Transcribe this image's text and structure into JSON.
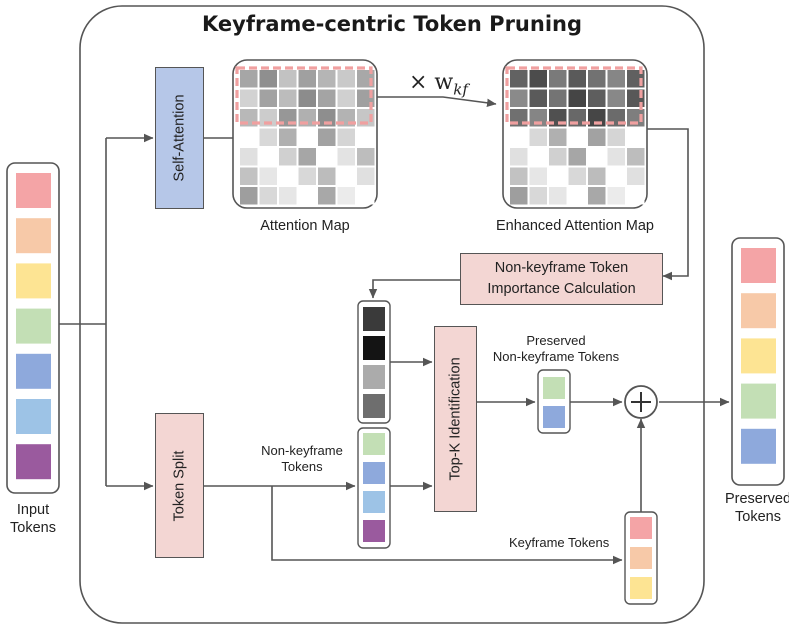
{
  "title": "Keyframe-centric Token Pruning",
  "labels": {
    "attention_map": "Attention Map",
    "enhanced_attention_map": "Enhanced Attention Map",
    "input_tokens_line1": "Input",
    "input_tokens_line2": "Tokens",
    "preserved_tokens_line1": "Preserved",
    "preserved_tokens_line2": "Tokens",
    "non_keyframe_tokens_line1": "Non-keyframe",
    "non_keyframe_tokens_line2": "Tokens",
    "preserved_nk_line1": "Preserved",
    "preserved_nk_line2": "Non-keyframe Tokens",
    "keyframe_tokens": "Keyframe Tokens"
  },
  "formula": {
    "prefix": "× w",
    "subscript": "kf"
  },
  "blocks": {
    "self_attention": "Self-Attention",
    "token_split": "Token Split",
    "top_k": "Top-K Identification",
    "importance_line1": "Non-keyframe Token",
    "importance_line2": "Importance Calculation"
  },
  "colors": {
    "token_red": "#f4a4a6",
    "token_orange": "#f7c9a8",
    "token_yellow": "#fde493",
    "token_green": "#c3dfb5",
    "token_blue": "#8ea9dc",
    "token_lightblue": "#9dc3e6",
    "token_purple": "#9a5a9e",
    "block_blue": "#b6c7e8",
    "block_pink": "#f3d6d3",
    "dash_pink": "#f0a0a0",
    "arrow": "#555555"
  },
  "token_columns": {
    "input": [
      "token_red",
      "token_orange",
      "token_yellow",
      "token_green",
      "token_blue",
      "token_lightblue",
      "token_purple"
    ],
    "preserved": [
      "token_red",
      "token_orange",
      "token_yellow",
      "token_green",
      "token_blue"
    ],
    "non_keyframe": [
      "token_green",
      "token_blue",
      "token_lightblue",
      "token_purple"
    ],
    "preserved_non_keyframe": [
      "token_green",
      "token_blue"
    ],
    "keyframe": [
      "token_red",
      "token_orange",
      "token_yellow"
    ]
  },
  "importance_scores": [
    "#3a3a3a",
    "#141414",
    "#ababab",
    "#6e6e6e"
  ],
  "attention_map_cells": [
    [
      "#a6a6a6",
      "#8f8f8f",
      "#c2c2c2",
      "#a0a0a0",
      "#b5b5b5",
      "#c9c9c9",
      "#a8a8a8"
    ],
    [
      "#d2d2d2",
      "#a2a2a2",
      "#bcbcbc",
      "#8c8c8c",
      "#a4a4a4",
      "#d0d0d0",
      "#a0a0a0"
    ],
    [
      "#b8b8b8",
      "#cccccc",
      "#979797",
      "#b0b0b0",
      "#8e8e8e",
      "#b3b3b3",
      "#c6c6c6"
    ],
    [
      "#ffffff",
      "#d8d8d8",
      "#b0b0b0",
      "#ffffff",
      "#a2a2a2",
      "#d5d5d5",
      "#ffffff"
    ],
    [
      "#e0e0e0",
      "#ffffff",
      "#d0d0d0",
      "#a6a6a6",
      "#ffffff",
      "#e3e3e3",
      "#bdbdbd"
    ],
    [
      "#c2c2c2",
      "#e6e6e6",
      "#ffffff",
      "#d8d8d8",
      "#bcbcbc",
      "#ffffff",
      "#e0e0e0"
    ],
    [
      "#9e9e9e",
      "#d8d8d8",
      "#e6e6e6",
      "#ffffff",
      "#a8a8a8",
      "#ebebeb",
      "#ffffff"
    ]
  ],
  "enhanced_map_cells": [
    [
      "#626262",
      "#4c4c4c",
      "#7a7a7a",
      "#5a5a5a",
      "#727272",
      "#868686",
      "#606060"
    ],
    [
      "#8a8a8a",
      "#5a5a5a",
      "#747474",
      "#454545",
      "#5e5e5e",
      "#888888",
      "#585858"
    ],
    [
      "#707070",
      "#858585",
      "#505050",
      "#686868",
      "#464646",
      "#6b6b6b",
      "#7e7e7e"
    ],
    [
      "#ffffff",
      "#d8d8d8",
      "#b0b0b0",
      "#ffffff",
      "#a2a2a2",
      "#d5d5d5",
      "#ffffff"
    ],
    [
      "#e0e0e0",
      "#ffffff",
      "#d0d0d0",
      "#a6a6a6",
      "#ffffff",
      "#e3e3e3",
      "#bdbdbd"
    ],
    [
      "#c2c2c2",
      "#e6e6e6",
      "#ffffff",
      "#d8d8d8",
      "#bcbcbc",
      "#ffffff",
      "#e0e0e0"
    ],
    [
      "#9e9e9e",
      "#d8d8d8",
      "#e6e6e6",
      "#ffffff",
      "#a8a8a8",
      "#ebebeb",
      "#ffffff"
    ]
  ]
}
